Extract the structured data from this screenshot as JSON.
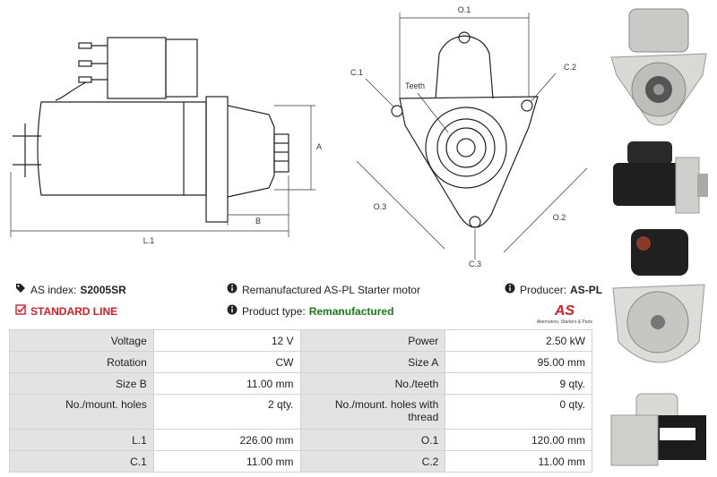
{
  "diagram_labels": {
    "dim_a": "A",
    "dim_b": "B",
    "dim_l1": "L.1",
    "dim_o1": "O.1",
    "dim_o2": "O.2",
    "dim_o3": "O.3",
    "dim_c1": "C.1",
    "dim_c2": "C.2",
    "dim_c3": "C.3",
    "teeth": "Teeth"
  },
  "header": {
    "as_index_label": "AS index:",
    "as_index_value": "S2005SR",
    "line_label": "STANDARD LINE",
    "description": "Remanufactured AS-PL Starter motor",
    "product_type_label": "Product type:",
    "product_type_value": "Remanufactured",
    "producer_label": "Producer:",
    "producer_value": "AS-PL",
    "logo_text": "AS",
    "logo_sub": "Alternators, Starters & Parts"
  },
  "colors": {
    "accent": "#d0202a",
    "good": "#1a7a1a",
    "label_cell": "#e3e3e3"
  },
  "icons": [
    "tag-icon",
    "check-square-icon",
    "info-icon"
  ],
  "specs": {
    "rows": [
      {
        "l1": "Voltage",
        "v1": "12 V",
        "l2": "Power",
        "v2": "2.50 kW"
      },
      {
        "l1": "Rotation",
        "v1": "CW",
        "l2": "Size A",
        "v2": "95.00 mm"
      },
      {
        "l1": "Size B",
        "v1": "11.00 mm",
        "l2": "No./teeth",
        "v2": "9 qty."
      },
      {
        "l1": "No./mount. holes",
        "v1": "2 qty.",
        "l2": "No./mount. holes with thread",
        "v2": "0 qty."
      },
      {
        "l1": "L.1",
        "v1": "226.00 mm",
        "l2": "O.1",
        "v2": "120.00 mm"
      },
      {
        "l1": "C.1",
        "v1": "11.00 mm",
        "l2": "C.2",
        "v2": "11.00 mm"
      }
    ]
  }
}
